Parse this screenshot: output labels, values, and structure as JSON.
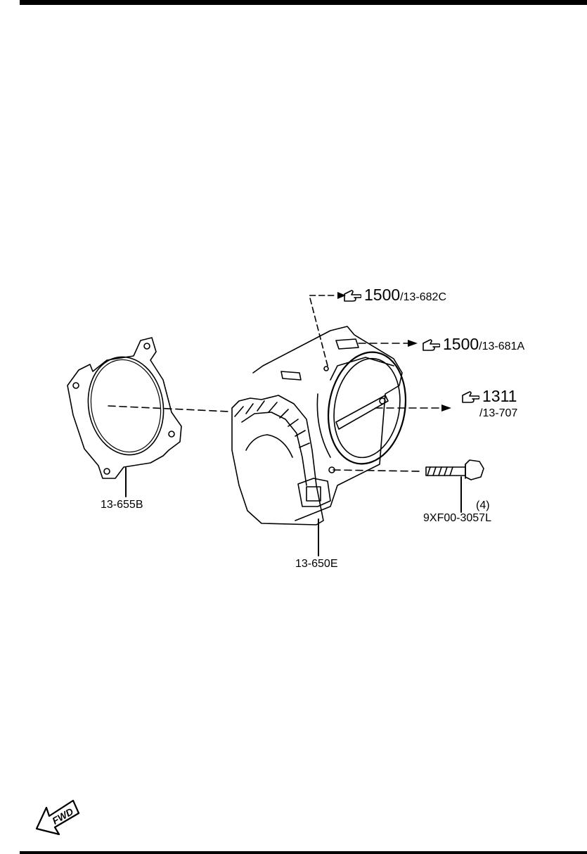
{
  "callouts": {
    "sensor_ref": {
      "group": "1500",
      "part": "/13-682C"
    },
    "bolt_ref": {
      "group": "1500",
      "part": "/13-681A"
    },
    "outlet_ref": {
      "group": "1311",
      "part": "/13-707"
    }
  },
  "parts": {
    "gasket": "13-655B",
    "throttle_body": "13-650E",
    "bolt_qty": "(4)",
    "bolt": "9XF00-3057L"
  },
  "direction_arrow": "FWD",
  "icons": {
    "reference": "pointing-hand-icon",
    "direction": "fwd-arrow-icon"
  }
}
